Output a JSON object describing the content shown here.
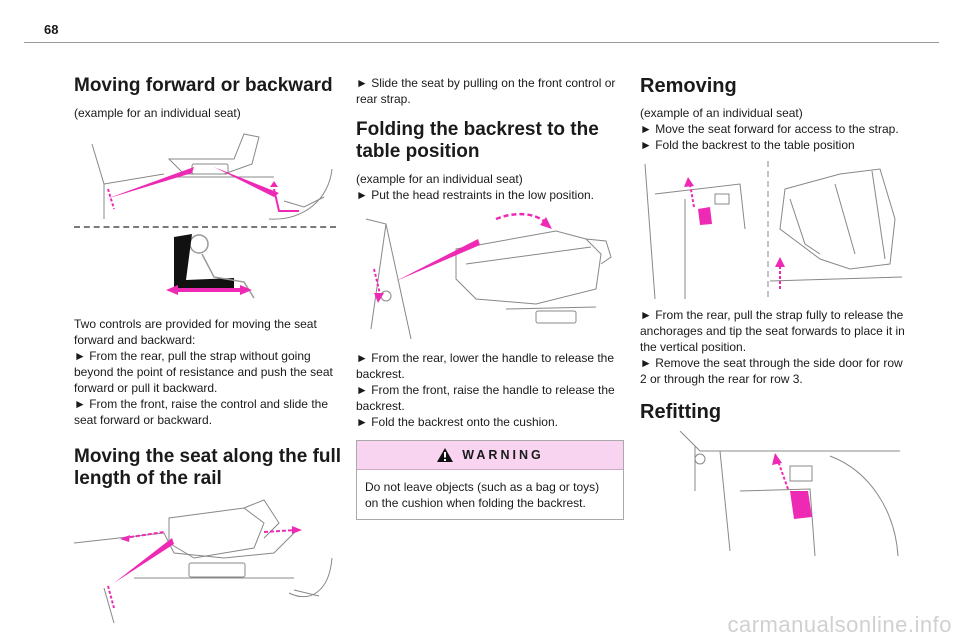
{
  "page_number": "68",
  "col1": {
    "heading1": "Moving forward or backward",
    "caption1": "(example for an individual seat)",
    "para1": "Two controls are provided for moving the seat forward and backward:",
    "bullet1": "►  From the rear, pull the strap without going beyond the point of resistance and push the seat forward or pull it backward.",
    "bullet2": "►  From the front, raise the control and slide the seat forward or backward.",
    "heading2": "Moving the seat along the full length of the rail"
  },
  "col2": {
    "bullet0": "►  Slide the seat by pulling on the front control or rear strap.",
    "heading": "Folding the backrest to the table position",
    "caption": "(example for an individual seat)",
    "bullet1": "►  Put the head restraints in the low position.",
    "bullet2": "►  From the rear, lower the handle to release the backrest.",
    "bullet3": "►  From the front, raise the handle to release the backrest.",
    "bullet4": "►  Fold the backrest onto the cushion.",
    "warning_title": "WARNING",
    "warning_text": "Do not leave objects (such as a bag or toys) on the cushion when folding the backrest."
  },
  "col3": {
    "heading1": "Removing",
    "caption": "(example of an individual seat)",
    "bullet1": "►  Move the seat forward for access to the strap.",
    "bullet2": "►  Fold the backrest to the table position",
    "bullet3": "►  From the rear, pull the strap fully to release the anchorages and tip the seat forwards to place it in the vertical position.",
    "bullet4": "►  Remove the seat through the side door for row 2 or through the rear for row 3.",
    "heading2": "Refitting"
  },
  "watermark": "carmanualsonline.info",
  "icons": [
    "warning-icon",
    "seated-person-icon"
  ],
  "colors": {
    "accent_magenta": "#ee2ab5",
    "warning_bg": "#f8d4f0"
  }
}
